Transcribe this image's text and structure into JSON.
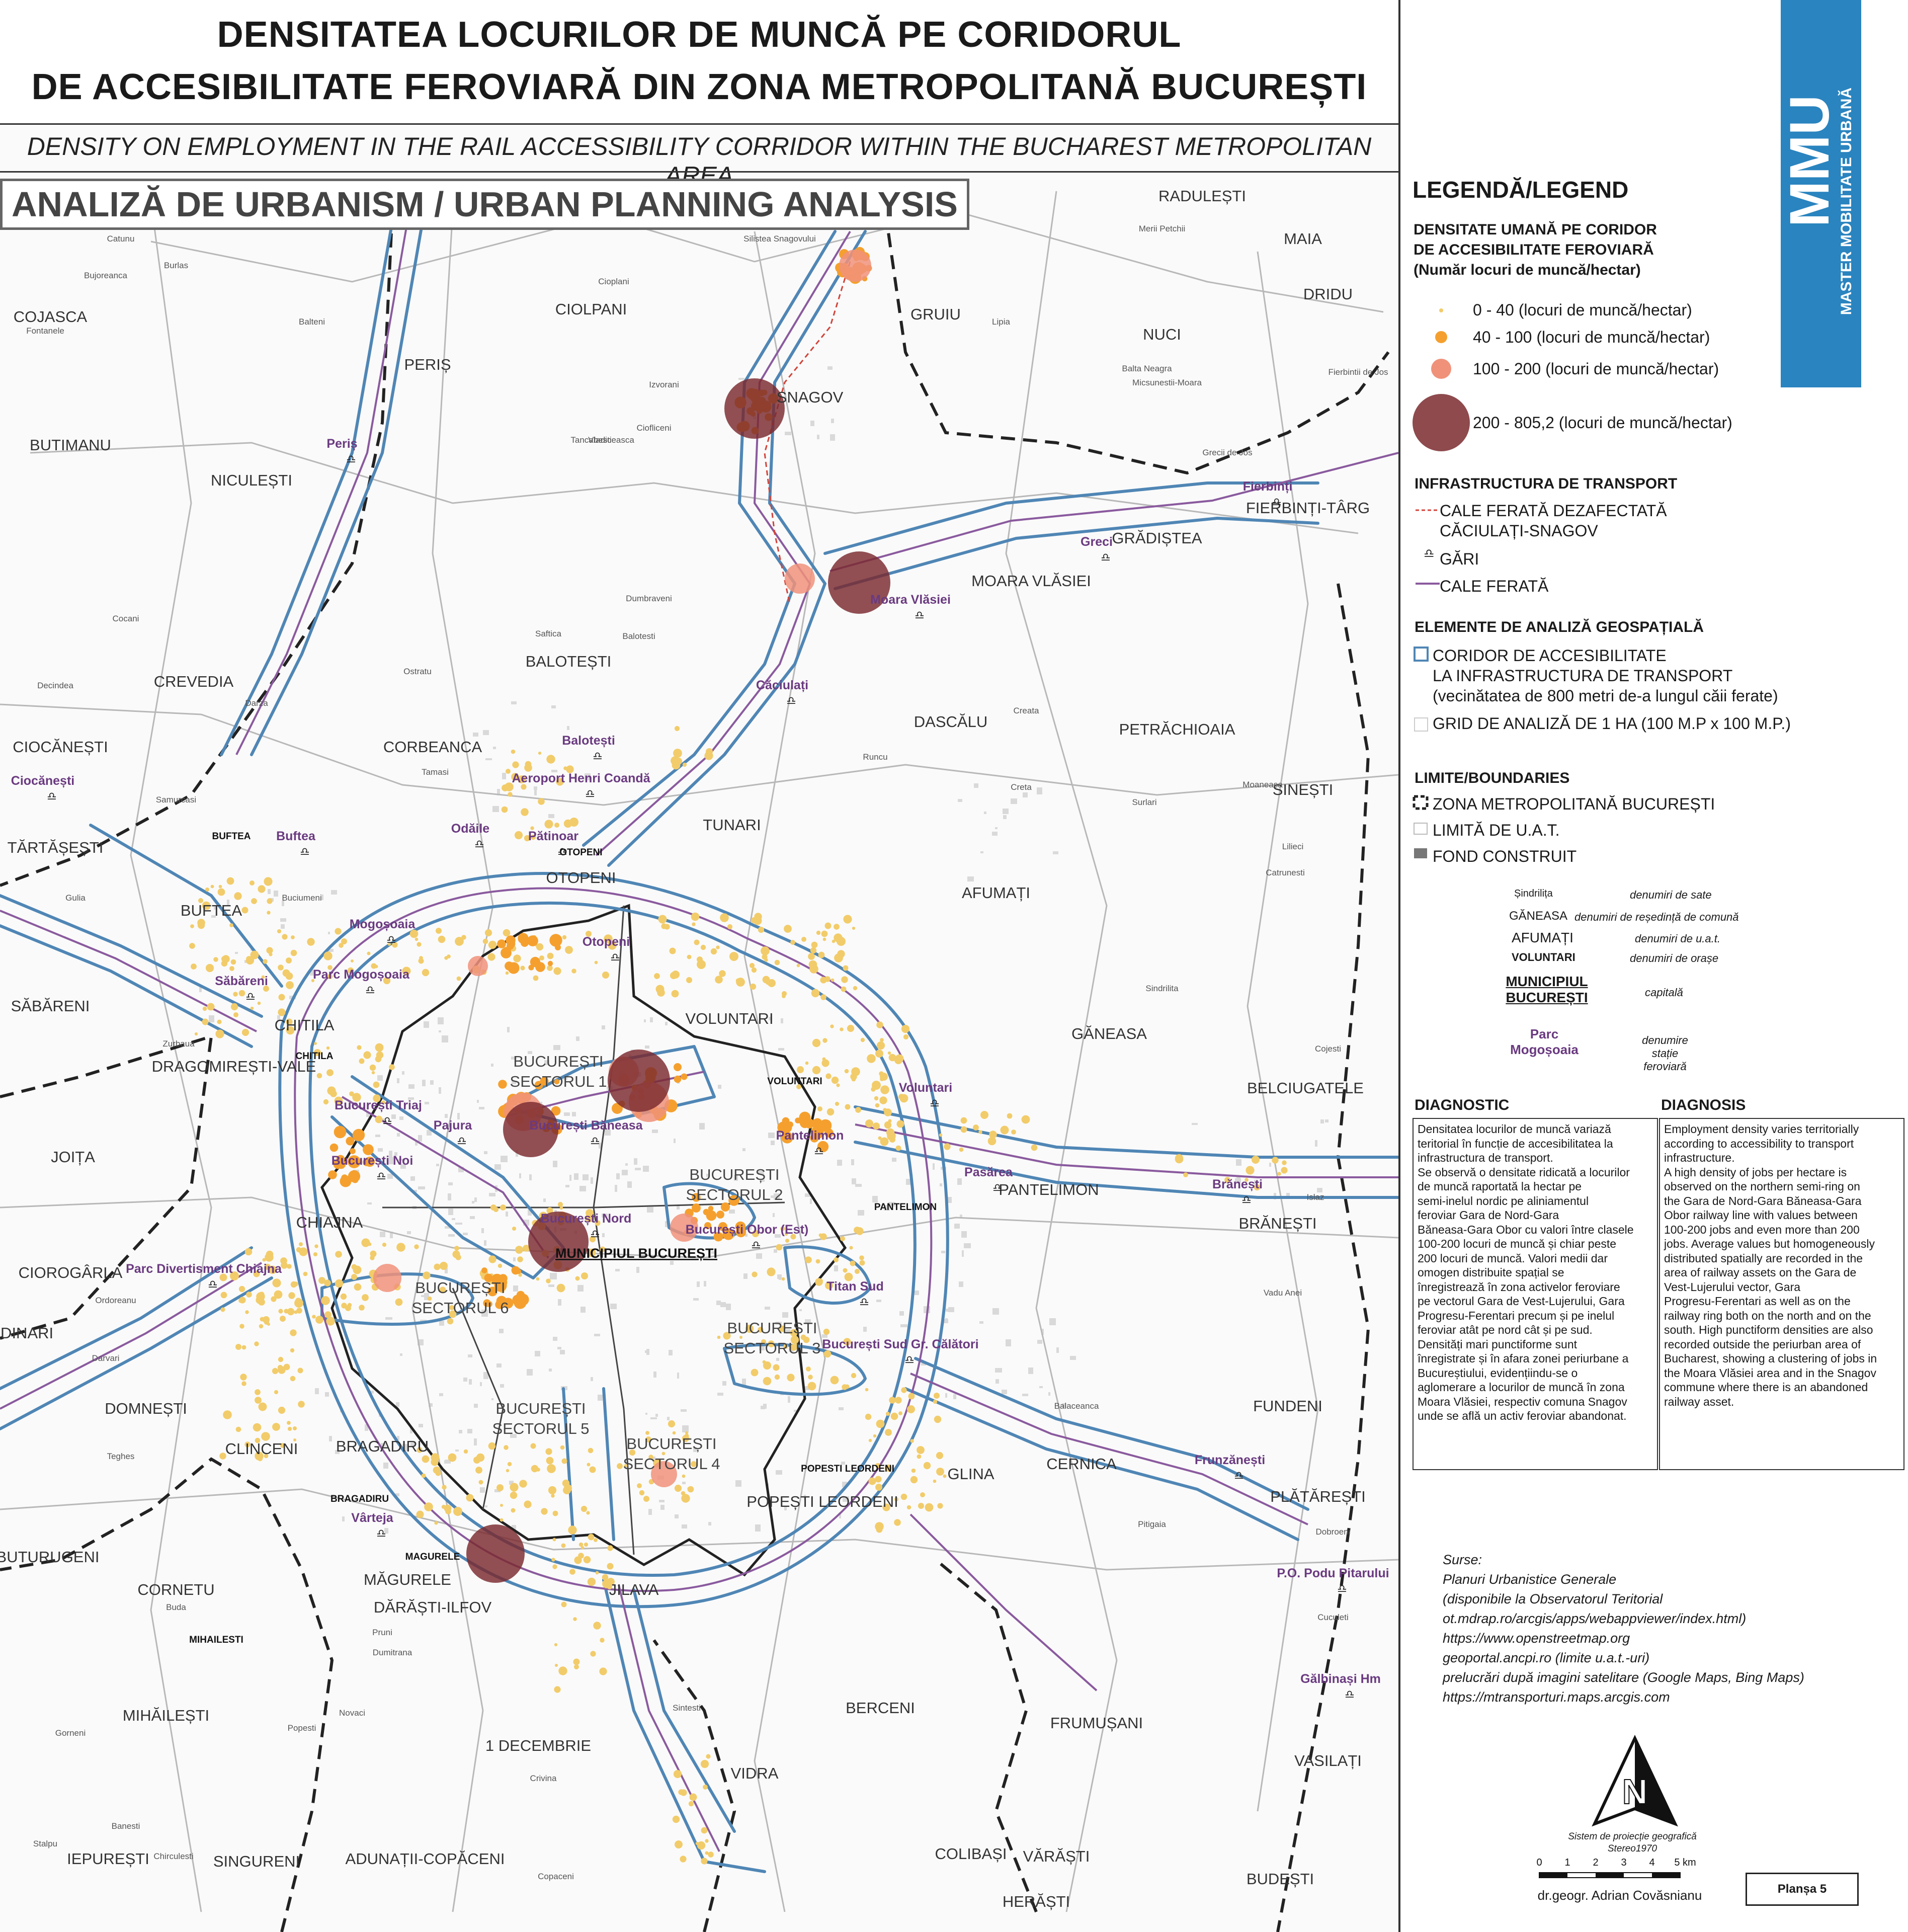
{
  "title": {
    "line1": "DENSITATEA LOCURILOR DE MUNCĂ PE CORIDORUL",
    "line2": "DE ACCESIBILITATE FEROVIARĂ DIN ZONA METROPOLITANĂ BUCUREȘTI",
    "subtitle": "DENSITY ON EMPLOYMENT IN THE RAIL ACCESSIBILITY CORRIDOR WITHIN THE BUCHAREST METROPOLITAN AREA",
    "analysis": "ANALIZĂ DE URBANISM / URBAN PLANNING ANALYSIS"
  },
  "brand": {
    "short": "MMU",
    "long": "MASTER MOBILITATE URBANĂ",
    "color": "#2a84bf"
  },
  "legend": {
    "heading": "LEGENDĂ/LEGEND",
    "density_heading": [
      "DENSITATE UMANĂ PE CORIDOR",
      "DE ACCESIBILITATE FEROVIARĂ",
      "(Număr locuri de muncă/hectar)"
    ],
    "density_classes": [
      {
        "label": "0 - 40 (locuri de muncă/hectar)",
        "color": "#f2cc6a"
      },
      {
        "label": "40 - 100 (locuri de muncă/hectar)",
        "color": "#f5a02e"
      },
      {
        "label": "100 - 200 (locuri de muncă/hectar)",
        "color": "#f0927a"
      },
      {
        "label": "200 - 805,2 (locuri de muncă/hectar)",
        "color": "#7a2a2e"
      }
    ],
    "transport_heading": "INFRASTRUCTURA DE TRANSPORT",
    "transport_items": [
      "CALE FERATĂ DEZAFECTATĂ",
      "CĂCIULAȚI-SNAGOV",
      "GĂRI",
      "CALE FERATĂ"
    ],
    "geo_heading": "ELEMENTE DE ANALIZĂ GEOSPAȚIALĂ",
    "geo_items": [
      "CORIDOR DE ACCESIBILITATE",
      "LA INFRASTRUCTURA DE TRANSPORT",
      "(vecinătatea de 800 metri de-a lungul căii ferate)",
      "GRID DE ANALIZĂ DE 1 HA (100 M.P x 100 M.P.)"
    ],
    "limits_heading": "LIMITE/BOUNDARIES",
    "limit_items": [
      "ZONA METROPOLITANĂ BUCUREȘTI",
      "LIMITĂ DE U.A.T.",
      "FOND CONSTRUIT"
    ],
    "naming": [
      {
        "sample": "Șindrilița",
        "desc": "denumiri de sate"
      },
      {
        "sample": "GĂNEASA",
        "desc": "denumiri de reședință de comună"
      },
      {
        "sample": "AFUMAȚI",
        "desc": "denumiri de u.a.t."
      },
      {
        "sample": "VOLUNTARI",
        "desc": "denumiri de orașe"
      },
      {
        "sample": "MUNICIPIUL BUCUREȘTI",
        "desc": "capitală"
      },
      {
        "sample": "Parc Mogoșoaia",
        "desc": "denumire stație feroviară"
      }
    ],
    "colors": {
      "corridor": "#4f86b5",
      "rail": "#8a5a9e",
      "rail_disused": "#d2443a",
      "boundary": "#222222",
      "built": "#c9c9c9"
    }
  },
  "diagnostic": {
    "ro_heading": "DIAGNOSTIC",
    "en_heading": "DIAGNOSIS",
    "ro_lines": [
      "Densitatea locurilor de muncă variază",
      "teritorial în funcție de accesibilitatea la",
      "infrastructura de transport.",
      "Se observă o densitate ridicată a locurilor",
      "de muncă raportată la hectar pe",
      "semi-inelul nordic pe aliniamentul",
      "feroviar Gara de Nord-Gara",
      "Băneasa-Gara Obor cu valori între clasele",
      "100-200 locuri de muncă și chiar peste",
      "200 locuri de muncă. Valori medii dar",
      "omogen distribuite spațial se",
      "înregistrează în zona activelor feroviare",
      "pe vectorul Gara de Vest-Lujerului, Gara",
      "Progresu-Ferentari precum și pe inelul",
      "feroviar atât pe nord cât și pe sud.",
      "Densități mari punctiforme sunt",
      "înregistrate și în afara zonei periurbane a",
      "Bucureștiului, evidențiindu-se o",
      "aglomerare a locurilor de muncă în zona",
      "Moara Vlăsiei, respectiv comuna Snagov",
      "unde se află un activ feroviar abandonat."
    ],
    "en_lines": [
      "Employment density varies territorially",
      "according to accessibility to transport",
      "infrastructure.",
      "A high density of jobs per hectare is",
      "observed on the northern semi-ring on",
      "the Gara de Nord-Gara Băneasa-Gara",
      "Obor railway line with values between",
      "100-200 jobs and even more than 200",
      "jobs. Average values but homogeneously",
      "distributed spatially are recorded in the",
      "area of railway assets on the  Gara de",
      "Vest-Lujerului vector, Gara",
      "Progresu-Ferentari as well as on the",
      "railway ring both on the north and on the",
      "south. High punctiform densities are also",
      "recorded outside the periurban area of",
      "Bucharest, showing a clustering of jobs in",
      "the Moara Vlăsiei area and in the Snagov",
      "commune where there is an abandoned",
      "railway asset."
    ]
  },
  "sources": {
    "heading": "Surse:",
    "lines": [
      "Planuri Urbanistice Generale",
      "(disponibile la Observatorul Teritorial",
      "ot.mdrap.ro/arcgis/apps/webappviewer/index.html)",
      "https://www.openstreetmap.org",
      "geoportal.ancpi.ro (limite u.a.t.-uri)",
      "prelucrări după imagini satelitare (Google Maps, Bing Maps)",
      "https://mtransporturi.maps.arcgis.com"
    ]
  },
  "north_arrow": {
    "letter": "N",
    "projection_1": "Sistem de proiecție geografică",
    "projection_2": "Stereo1970"
  },
  "scale": {
    "ticks": [
      "0",
      "1",
      "2",
      "3",
      "4",
      "5 km"
    ]
  },
  "author": "dr.geogr. Adrian Covăsnianu",
  "sheet": "Planșa 5",
  "map": {
    "uat_labels": [
      "RADULEȘTI",
      "MAIA",
      "DRIDU",
      "GRUIU",
      "NUCI",
      "CIOLPANI",
      "SNAGOV",
      "PERIȘ",
      "BUTIMANU",
      "NICULEȘTI",
      "COJASCA",
      "BALOTEȘTI",
      "CREVEDIA",
      "CORBEANCA",
      "CIOCĂNEȘTI",
      "TUNARI",
      "DASCĂLU",
      "PETRĂCHIOAIA",
      "SINEȘTI",
      "OTOPENI",
      "BUFTEA",
      "TĂRTĂȘEȘTI",
      "AFUMAȚI",
      "SĂBĂRENI",
      "CHITILA",
      "VOLUNTARI",
      "GĂNEASA",
      "DRAGOMIREȘTI-VALE",
      "BELCIUGATELE",
      "JOIȚA",
      "CHIAJNA",
      "PANTELIMON",
      "BRĂNEȘTI",
      "CIOROGÂRLA",
      "GRĂDINARI",
      "DOMNEȘTI",
      "CLINCENI",
      "BRAGADIRU",
      "CERNICA",
      "FUNDENI",
      "GLINA",
      "POPEȘTI LEORDENI",
      "PLĂTĂREȘTI",
      "BUTURUGENI",
      "CORNETU",
      "MĂGURELE",
      "DĂRĂȘTI-ILFOV",
      "JILAVA",
      "BERCENI",
      "MIHĂILEȘTI",
      "1 DECEMBRIE",
      "VIDRA",
      "FRUMUȘANI",
      "VASILAȚI",
      "IEPUREȘTI",
      "SINGURENI",
      "ADUNAȚII-COPĂCENI",
      "COLIBAȘI",
      "VĂRĂȘTI",
      "BUDEȘTI",
      "HERĂȘTI",
      "GRĂDIȘTEA",
      "MOARA VLĂSIEI",
      "FIERBINȚI-TÂRG"
    ],
    "sector_labels": [
      "BUCUREȘTI SECTORUL 1",
      "BUCUREȘTI SECTORUL 2",
      "BUCUREȘTI SECTORUL 3",
      "BUCUREȘTI SECTORUL 4",
      "BUCUREȘTI SECTORUL 5",
      "BUCUREȘTI SECTORUL 6",
      "MUNICIPIUL BUCUREȘTI"
    ],
    "town_labels": [
      "VOLUNTARI",
      "PANTELIMON",
      "OTOPENI",
      "BUFTEA",
      "CHITILA",
      "BRAGADIRU",
      "MAGURELE",
      "POPESTI LEORDENI",
      "MIHAILESTI"
    ],
    "village_labels": [
      "Catunu",
      "Burlas",
      "Bujoreanca",
      "Fontanele",
      "Balteni",
      "Cioplani",
      "Silistea Snagovului",
      "Merii Petchii",
      "Lipia",
      "Vladiceasca",
      "Tancabesti",
      "Ciofliceni",
      "Izvorani",
      "Balta Neagra",
      "Micsunestii-Moara",
      "Fierbintii de Jos",
      "Grecii de Jos",
      "Dumbraveni",
      "Balotesti",
      "Saftica",
      "Ostratu",
      "Darza",
      "Cocani",
      "Decindea",
      "Tamasi",
      "Creata",
      "Runcu",
      "Surlari",
      "Moaneasa",
      "Lilieci",
      "Catrunesti",
      "Gulia",
      "Samurcasi",
      "Buciumeni",
      "Sindrilita",
      "Cojesti",
      "Zurbaua",
      "Ordoreanu",
      "Darvari",
      "Teghes",
      "Buda",
      "Pruni",
      "Dumitrana",
      "Novaci",
      "Popesti",
      "Gorneni",
      "Banesti",
      "Stalpu",
      "Chirculesti",
      "Sintesti",
      "Crivina",
      "Pitigaia",
      "Dobroeni",
      "Cuculeti",
      "Vadu Anei",
      "Balaceanca",
      "Islaz",
      "Creta",
      "Copaceni"
    ],
    "station_labels": [
      "Periș",
      "Fierbinți",
      "Greci",
      "Moara Vlăsiei",
      "Căciulați",
      "Balotești",
      "Ciocănești",
      "Buftea",
      "Odăile",
      "Aeroport Henri Coandă",
      "Pătinoar",
      "Otopeni",
      "Mogoșoaia",
      "Parc Mogoșoaia",
      "Săbăreni",
      "București Triaj",
      "Pajura",
      "București Băneasa",
      "Pantelimon",
      "Voluntari",
      "Pasărea",
      "Brănești",
      "București Noi",
      "București Nord",
      "București Obor (Est)",
      "Parc Divertisment Chiajna",
      "Titan Sud",
      "București Sud Gr. Călători",
      "Frunzănești",
      "Vârteja",
      "P.O. Podu Pitarului",
      "Gălbinași Hm"
    ]
  }
}
